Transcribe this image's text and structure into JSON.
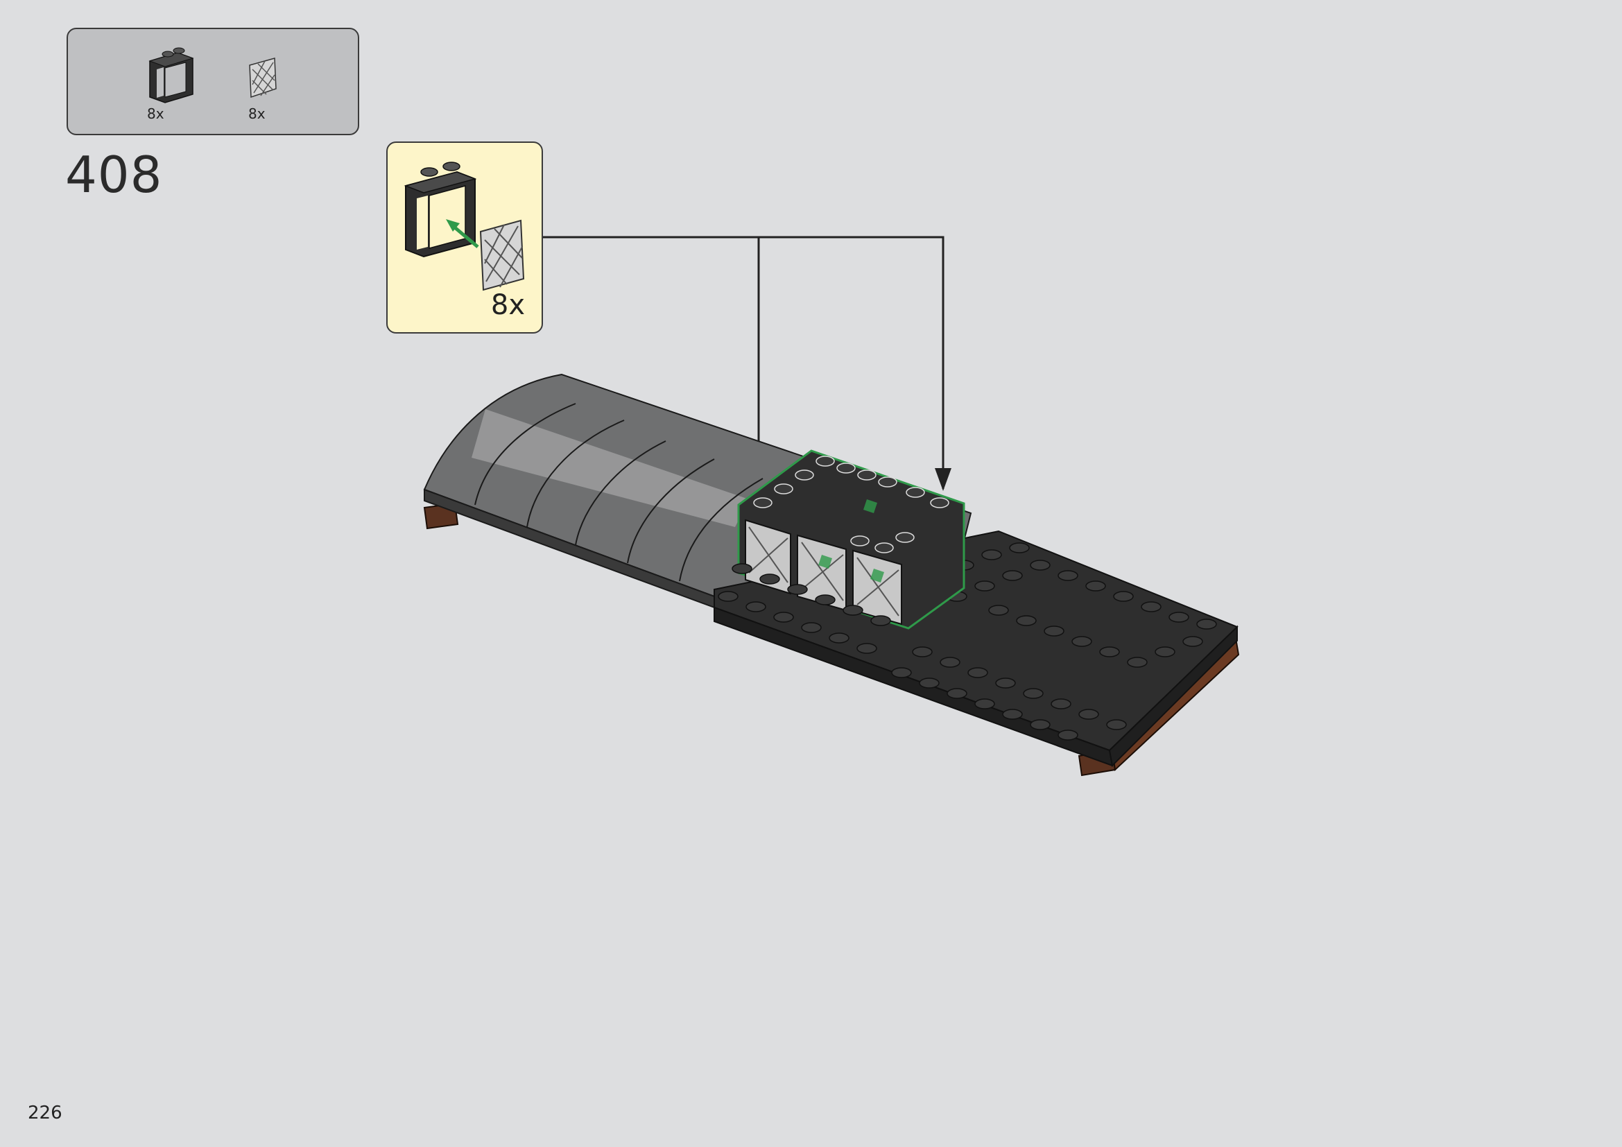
{
  "parts_list": {
    "items": [
      {
        "name": "window-frame",
        "qty": "8x"
      },
      {
        "name": "lattice-glass",
        "qty": "8x"
      }
    ]
  },
  "step": {
    "number": "408"
  },
  "callout": {
    "qty": "8x"
  },
  "page": {
    "number": "226"
  },
  "colors": {
    "background": "#dddee0",
    "parts_box": "#bfc0c2",
    "callout_bg": "#fdf5c9",
    "brick_dark": "#2e2e2e",
    "brick_grey": "#6f7071",
    "highlight_green": "#2f9a4a"
  }
}
